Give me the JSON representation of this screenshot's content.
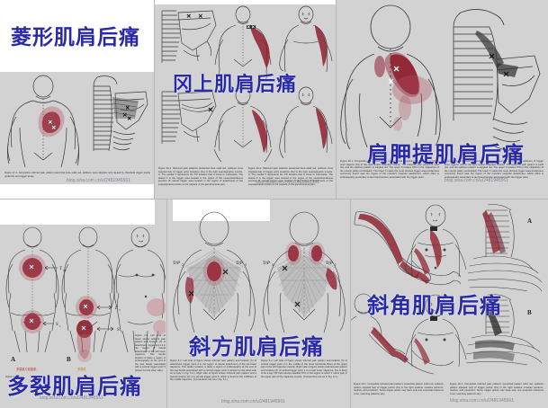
{
  "image": {
    "kind": "medical-anatomy-collage",
    "subject": "Trigger point referred pain patterns for posterior shoulder pain",
    "background_color": "#d2d2d2",
    "title_color": "#2a2aa8",
    "pain_color": "#8e2030",
    "pain_color_light": "#c98a93"
  },
  "watermark": "blog.sina.com.cn/u/2481945561",
  "panels": [
    {
      "id": "rhomboid",
      "title": "菱形肌肩后痛",
      "title_on_white": true,
      "figure_label": "Figure 27-1.",
      "caption": "Figure 27-1. Composite referred pain pattern (essential zone solid red, spillover zone stippled red) caused by rhomboid trigger points (solid Xs) and trigger areas.",
      "watermark": "blog.sina.com.cn/u/2481945561"
    },
    {
      "id": "supraspinatus",
      "title": "冈上肌肩后痛",
      "title_on_white": false,
      "figure_label": "Figure 20-1.",
      "caption": "Figure 20-1. Referred pain patterns (essential zone solid red, spillover zone stippled red) of trigger point locations (Xs) in the right supraspinatus muscle. A, The medial X represents the TrP location that is close to midmuscle. The lateral X is the trigger area located in the region of the musculotendinous junction. B, lateral trigger area located in the region of attachment of the supraspinatus tendon to the capsule of the glenohumeral joint.",
      "watermark": "blog.sina.com.cn/u/2481945561"
    },
    {
      "id": "levator-scapulae",
      "title": "肩胛提肌肩后痛",
      "title_on_white": false,
      "figure_label": "Figure 19.1.",
      "caption": "Figure 19.1. Composite pain pattern (solid red, essential; stippled red, spillover) of trigger point regions (Xs) of the right levator scapulae muscle. The essential pain pattern is solid red, and the spillover pattern is stippled red. The upper X locates TrPs in the midportion of the muscle (often overlooked). The lower X marks the more obvious trigger area tenderness commonly found near the region of the muscle's scapular attachment, which often is enthesopathy secondary to taut band tension associated with the trigger point.",
      "watermark": "blog.sina.com.cn/u/2481945561"
    },
    {
      "id": "multifidi",
      "title": "多裂肌肩后痛",
      "title_on_white": false,
      "figure_label": "Figure 4.3.",
      "panel_letters": [
        "A",
        "B"
      ],
      "level_markers": [
        "T₁₀",
        "S₁",
        "L₅",
        "S₁"
      ],
      "annotation_red": "多裂肌与回旋肌",
      "annotation_orange": "多裂肌",
      "caption": "Figure 4.3. Left side of figure shows referred pain pattern and location (X) of attachment trigger point 4 in the region of lateral attachment of the left lower trapezius. This tender location is likely a region of enthesopathy at the end of the taut bands associated with a central trigger point 3 (shown for the other side).",
      "watermark": "blog.sina.com.cn/u/2481945561"
    },
    {
      "id": "trapezius",
      "title": "斜方肌肩后痛",
      "title_on_white": false,
      "figure_label": "Figure 6.3 / 6.2.",
      "trigger_point_labels": [
        "TrP₂",
        "TrP₃",
        "TrP₄",
        "TrP₁"
      ],
      "caption_left": "Figure 6.3. Left side of figure shows referred pain pattern and location (X) of attachment trigger point 4 in the region of lateral attachment of the left lower trapezius. This tender location is likely a region of enthesopathy at the end of the taut bands associated with a central trigger point 3 (shown for the other side as a body in Fig. 6.2.). Right side of figure shows referred pain pattern and a typical location (X) of a central trigger point 5, which is found in the midfibers of the middle trapezius. (Conventions are as in Fig. 6.1.)",
      "caption_right": "Figure 6.2. Left side of figure shows referred pain pattern and location (X) of central trigger point 2 in the middle of the more horizontal fibers of the upper part of the left trapezius muscle. Right side of figure shows referred pain pattern and location (X) of central trigger point 1 in a right lower trapezius; this is likely to be a key TrP that induces satellite TrPs in the region to which it refers pain in the upper part of the trapezius muscle. (Conventions are as in Fig. 6.1.)",
      "watermark": "blog.sina.com.cn/u/2481945561"
    },
    {
      "id": "scalene",
      "title": "斜角肌肩后痛",
      "title_on_white": false,
      "figure_label": "Figure 20.1.",
      "panel_letters": [
        "A",
        "B"
      ],
      "caption": "Figure 20.1. Composite referred pain patterns (essential pattern solid red, spillover pattern stippled red) of trigger points (Xs) in the right scalene muscles (anterior, medius, and posterior). Some trigger points may have only one essential reference zone; scanning patterns vary.",
      "watermark": "blog.sina.com.cn/u/2481945561"
    }
  ]
}
